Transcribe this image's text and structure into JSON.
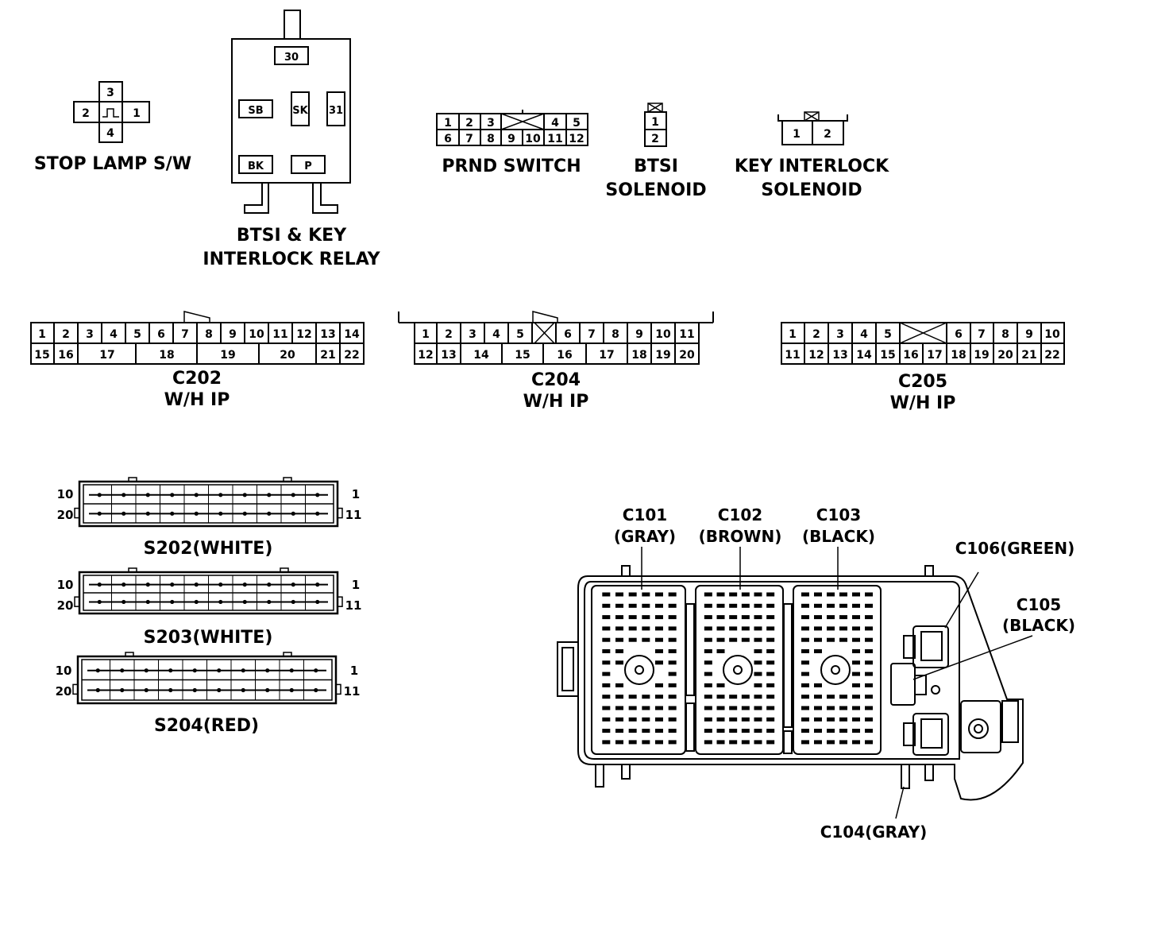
{
  "stop_lamp": {
    "title": "STOP  LAMP  S/W",
    "pins": [
      "3",
      "2",
      "1",
      "4"
    ]
  },
  "relay": {
    "title_line1": "BTSI & KEY",
    "title_line2": "INTERLOCK RELAY",
    "pins": [
      "30",
      "SB",
      "SK",
      "31",
      "BK",
      "P"
    ]
  },
  "prnd": {
    "title": "PRND SWITCH",
    "top": [
      "1",
      "2",
      "3",
      "4",
      "5"
    ],
    "bottom": [
      "6",
      "7",
      "8",
      "9",
      "10",
      "11",
      "12"
    ]
  },
  "btsi": {
    "title_line1": "BTSI",
    "title_line2": "SOLENOID",
    "pins": [
      "1",
      "2"
    ]
  },
  "key_interlock": {
    "title_line1": "KEY INTERLOCK",
    "title_line2": "SOLENOID",
    "pins": [
      "1",
      "2"
    ]
  },
  "c202": {
    "name": "C202",
    "sub": "W/H  IP",
    "top": [
      "1",
      "2",
      "3",
      "4",
      "5",
      "6",
      "7",
      "8",
      "9",
      "10",
      "11",
      "12",
      "13",
      "14"
    ],
    "bottom": [
      "15",
      "16",
      "17",
      "18",
      "19",
      "20",
      "21",
      "22"
    ]
  },
  "c204": {
    "name": "C204",
    "sub": "W/H  IP",
    "top": [
      "1",
      "2",
      "3",
      "4",
      "5",
      "6",
      "7",
      "8",
      "9",
      "10",
      "11"
    ],
    "bottom": [
      "12",
      "13",
      "14",
      "15",
      "16",
      "17",
      "18",
      "19",
      "20"
    ]
  },
  "c205": {
    "name": "C205",
    "sub": "W/H  IP",
    "top": [
      "1",
      "2",
      "3",
      "4",
      "5",
      "6",
      "7",
      "8",
      "9",
      "10"
    ],
    "bottom": [
      "11",
      "12",
      "13",
      "14",
      "15",
      "16",
      "17",
      "18",
      "19",
      "20",
      "21",
      "22"
    ]
  },
  "splices": [
    {
      "name": "S202(WHITE)",
      "left_top": "10",
      "left_bottom": "20",
      "right_top": "1",
      "right_bottom": "11"
    },
    {
      "name": "S203(WHITE)",
      "left_top": "10",
      "left_bottom": "20",
      "right_top": "1",
      "right_bottom": "11"
    },
    {
      "name": "S204(RED)",
      "left_top": "10",
      "left_bottom": "20",
      "right_top": "1",
      "right_bottom": "11"
    }
  ],
  "junction_block": {
    "c101_a": "C101",
    "c101_b": "(GRAY)",
    "c102_a": "C102",
    "c102_b": "(BROWN)",
    "c103_a": "C103",
    "c103_b": "(BLACK)",
    "c106": "C106(GREEN)",
    "c105_a": "C105",
    "c105_b": "(BLACK)",
    "c104": "C104(GRAY)"
  }
}
